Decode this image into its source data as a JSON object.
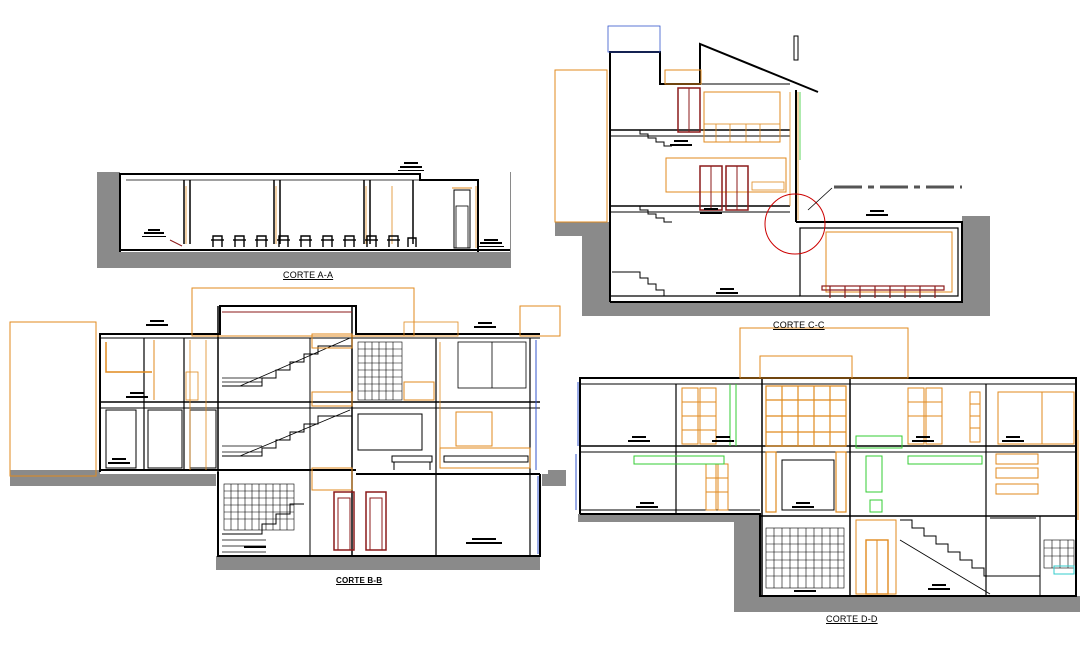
{
  "sections": [
    {
      "id": "a",
      "label": "CORTE A-A"
    },
    {
      "id": "c",
      "label": "CORTE C-C"
    },
    {
      "id": "b",
      "label": "CORTE B-B"
    },
    {
      "id": "d",
      "label": "CORTE D-D"
    }
  ],
  "colors": {
    "ground": "#8a8a8a",
    "wall": "#000000",
    "section_line": "#e08a1e",
    "door": "#8b1a1a",
    "glazing": "#3355cc",
    "green_line": "#33cc33",
    "detail_circle": "#cc0000"
  }
}
